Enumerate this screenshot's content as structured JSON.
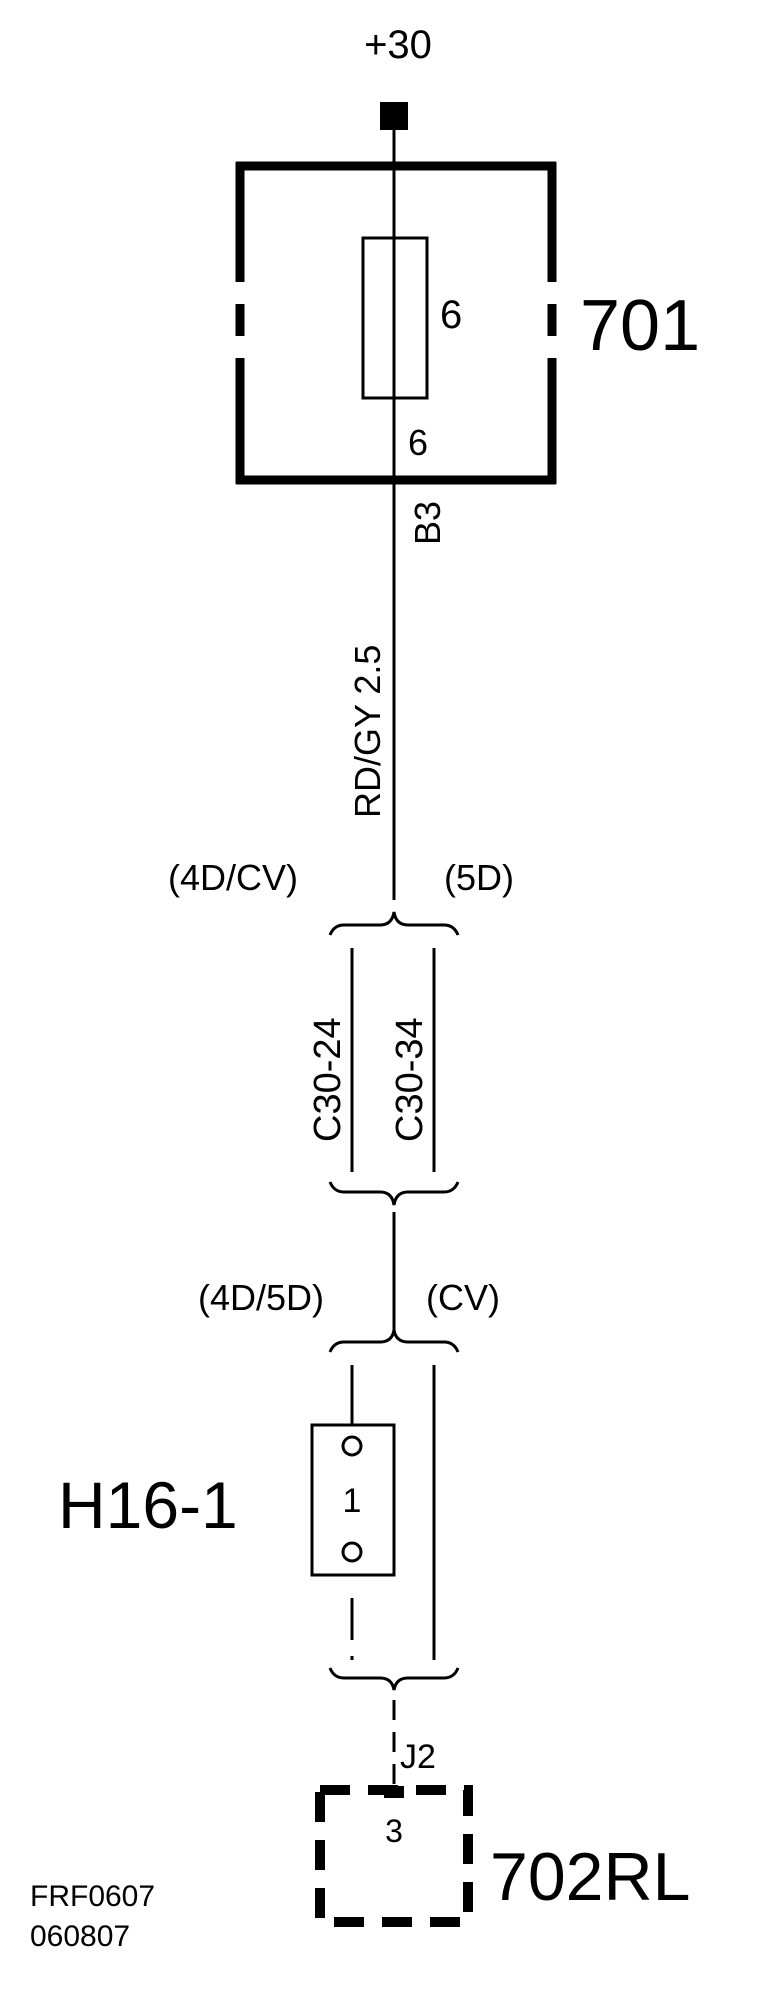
{
  "supply": {
    "label": "+30"
  },
  "fuse_box": {
    "id": "701",
    "fuse_rating": "6",
    "fuse_pin": "6",
    "connector_pin": "B3"
  },
  "wire": {
    "color_size": "RD/GY 2.5"
  },
  "splice_1": {
    "left_variant": "(4D/CV)",
    "right_variant": "(5D)",
    "left_connector": "C30-24",
    "right_connector": "C30-34"
  },
  "splice_2": {
    "left_variant": "(4D/5D)",
    "right_variant": "(CV)"
  },
  "component": {
    "id": "H16-1",
    "pin": "1"
  },
  "terminal": {
    "connector": "J2",
    "pin": "3",
    "id": "702RL"
  },
  "footer": {
    "code_1": "FRF0607",
    "code_2": "060807"
  }
}
